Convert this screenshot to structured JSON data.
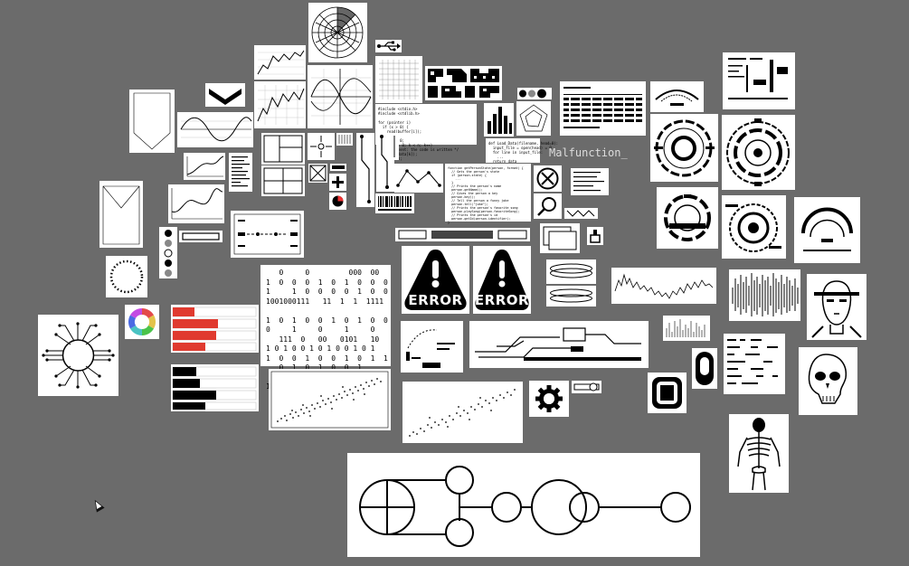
{
  "canvas": {
    "background": "#6b6b6b",
    "tile_background": "#ffffff"
  },
  "texts": {
    "error_1": "ERROR",
    "error_2": "ERROR",
    "malfunction": "Malfunction_",
    "binary_block": "   0     0         000  00\n1  0  0  0  1  0  1  0  0  0\n1     1  0  0  0  0  1  0  0\n1001000111   11  1  1  1111\n\n1  0  1  0  0  1  0  1  0  0\n0     1     0     1     0\n   111  0   00   0101   10\n1 0 1 0 0 1 0 1 0 0 1 0 1\n1  0  0  1  0  0  1  0  1  1\n   0  1  0  1  0  0  1\n\n1 0 0 1 0 0 1 0 0 0 1 1 1 1",
    "code_block_1": "#include <stdio.h>\n#include <stdlib.h>\n\nfor (pointer i)\n  if (x > 0) {\n    read(buffer[i]);\n  }\n  int p = 0;\n  for (k = 0; k < n; k++)\n   /* comment: the code is written */\n   print(data[k]);\n  return 0;",
    "code_block_2": "function getPersonState(person, format) {\n  // Gets the person's state\n  if (person.state) {\n    ...\n  }\n  // Prints the person's name\n  person.getName();\n  // Gives the person a key\n  person.key();\n  // Tell the person a funny joke\n  person.tell(\"joke\");\n  // Prints the person's favorite song\n  person.playSong(person.favoriteSong);\n  // Prints the person's id\n  person.getId(person.identifier);\n}",
    "code_block_3": "def Load_Data(filename, head=0):\n  input_file = open(head) = 0\n  for line in input_file:\n    ...\n  return data"
  },
  "icons": [
    "radar-icon",
    "usb-icon",
    "chevron-down-icon",
    "line-chart-icon",
    "sine-wave-icon",
    "grid-icon",
    "circuit-icon",
    "gear-icon",
    "toggle-switch-icon",
    "stop-button-icon",
    "warning-icon",
    "skull-icon",
    "skeleton-icon",
    "circuit-sun-icon",
    "color-wheel-icon",
    "dotted-circle-icon",
    "barcode-icon",
    "search-icon",
    "close-icon",
    "plus-icon",
    "hud-circle-icon",
    "face-icon",
    "waveform-icon",
    "node-diagram-icon"
  ]
}
